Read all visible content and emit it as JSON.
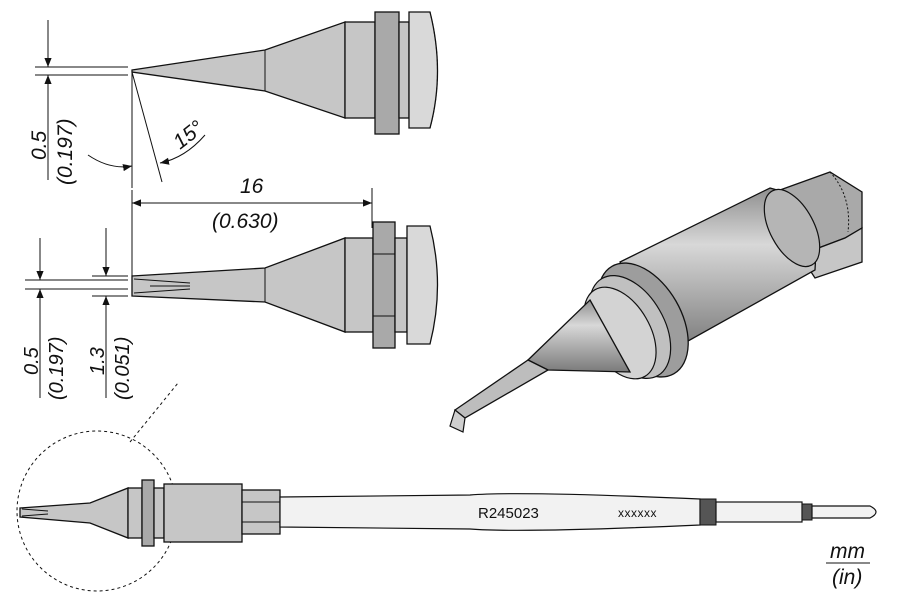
{
  "top_view": {
    "thickness_mm": "0.5",
    "thickness_in": "(0.197)",
    "angle": "15°"
  },
  "side_view": {
    "length_mm": "16",
    "length_in": "(0.630)",
    "tip_thickness_mm": "0.5",
    "tip_thickness_in": "(0.197)",
    "tip_width_mm": "1.3",
    "tip_width_in": "(0.051)"
  },
  "cartridge": {
    "part_number": "R245023",
    "code": "xxxxxx"
  },
  "units": {
    "primary": "mm",
    "secondary": "(in)"
  }
}
